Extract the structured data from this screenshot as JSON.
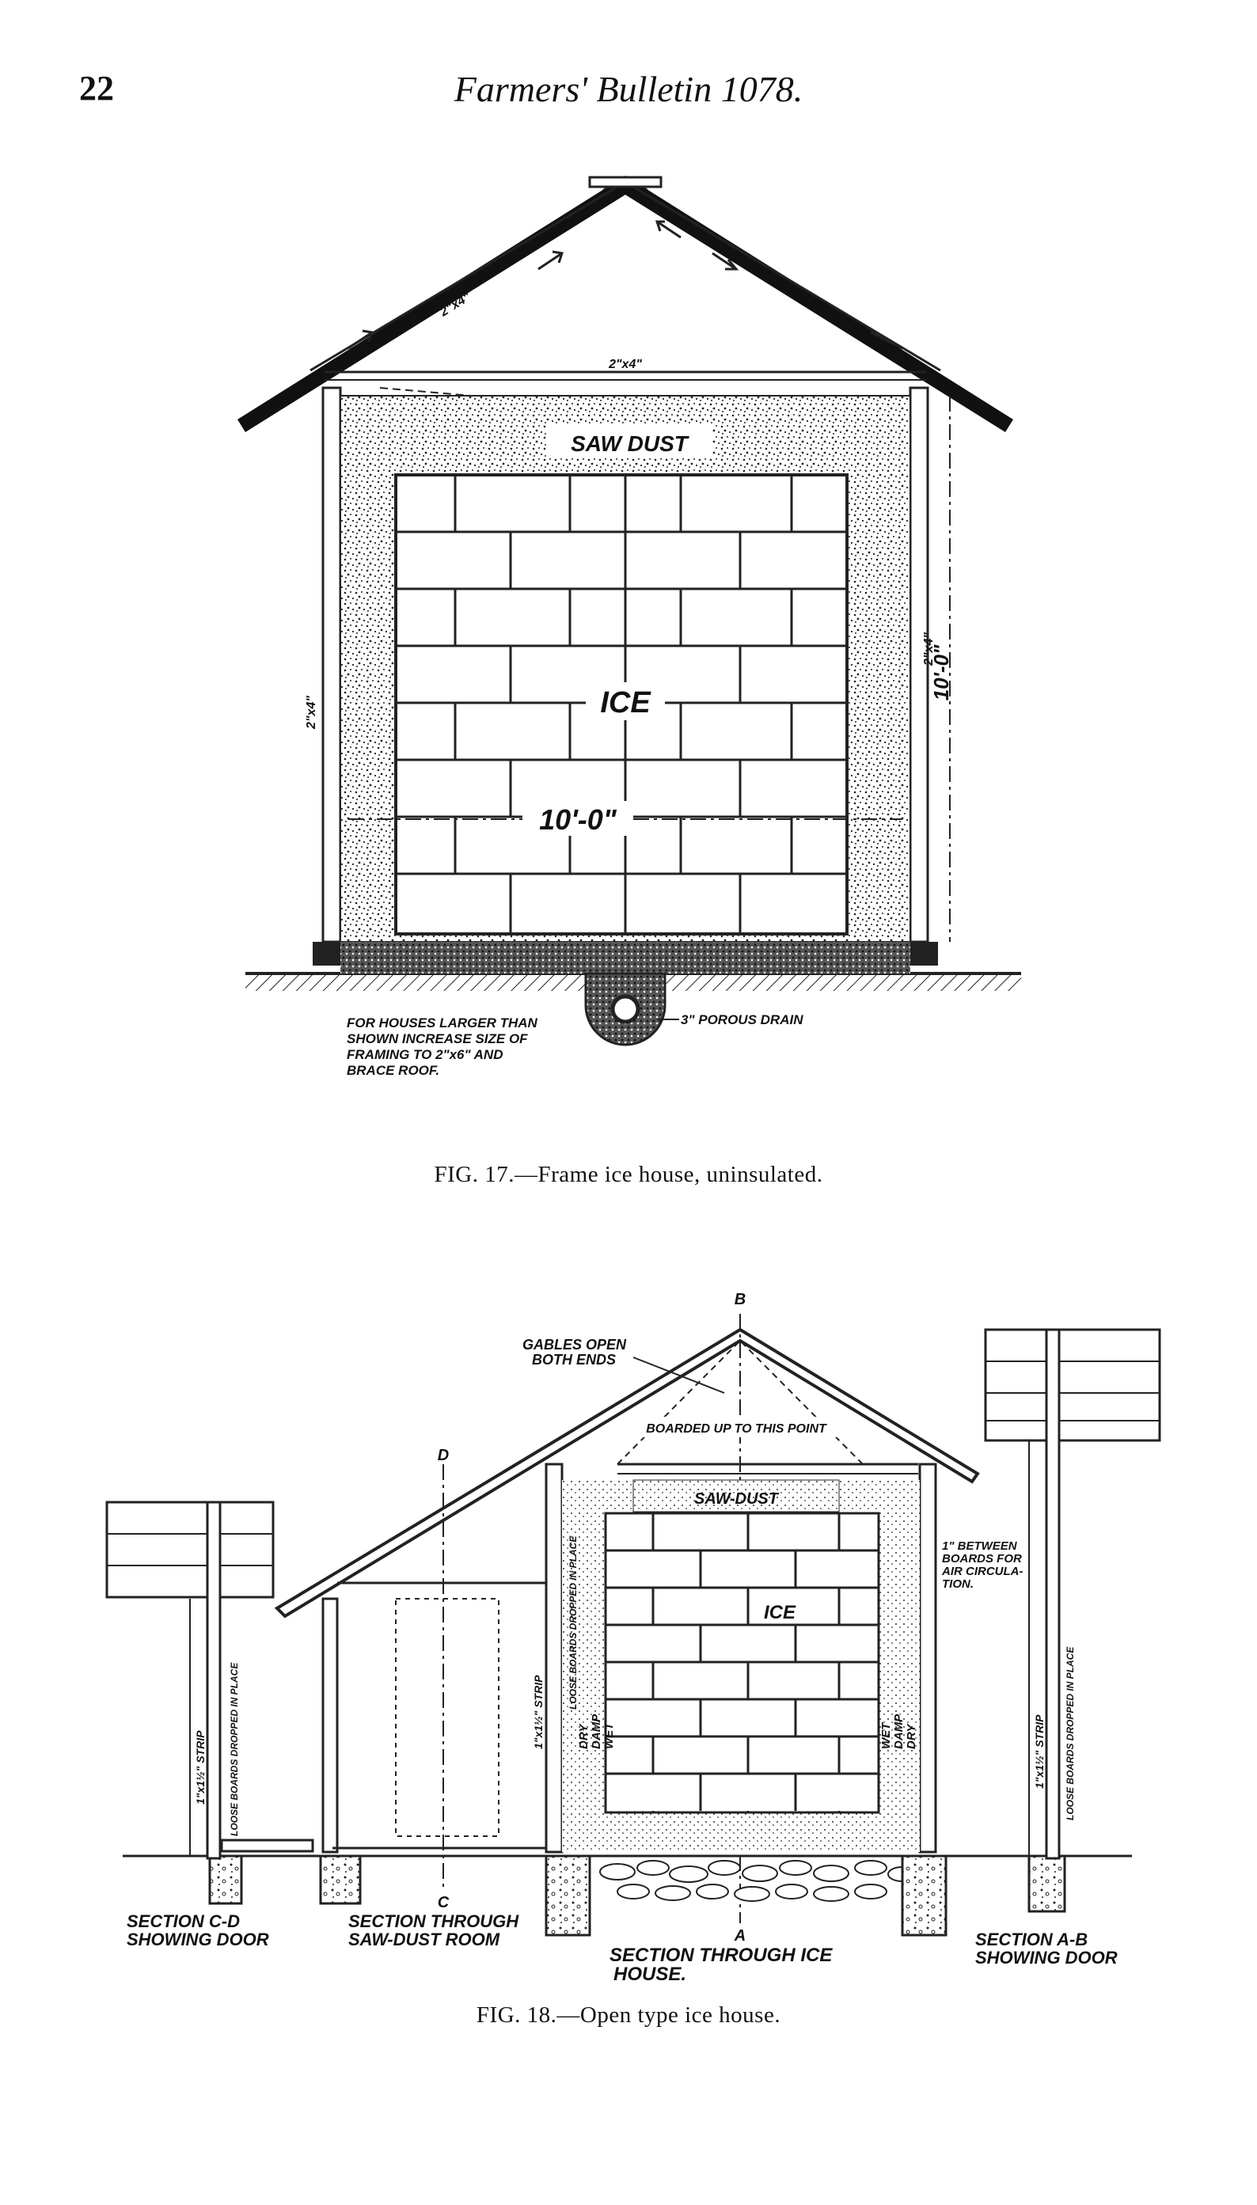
{
  "header": {
    "page_number": "22",
    "running_title": "Farmers' Bulletin 1078."
  },
  "fig17": {
    "caption": "FIG. 17.—Frame ice house, uninsulated.",
    "labels": {
      "sawdust": "SAW DUST",
      "ice": "ICE",
      "width_dim": "10'-0\"",
      "height_dim": "10'-0\"",
      "rafter_left": "2\"x4\"",
      "rafter_right": "2\"x4\"",
      "tie": "2\"x4\"",
      "stud_left": "2\"x4\"",
      "stud_right": "2\"x4\"",
      "note_line1": "FOR HOUSES LARGER THAN",
      "note_line2": "SHOWN INCREASE SIZE OF",
      "note_line3": "FRAMING TO 2\"x6\" AND",
      "note_line4": "BRACE ROOF.",
      "drain": "3\" POROUS DRAIN"
    }
  },
  "fig18": {
    "caption": "FIG. 18.—Open type ice house.",
    "labels": {
      "gables_1": "GABLES OPEN",
      "gables_2": "BOTH ENDS",
      "boarded": "BOARDED UP TO THIS POINT",
      "sawdust": "SAW-DUST",
      "ice": "ICE",
      "between_1": "1\" BETWEEN",
      "between_2": "BOARDS FOR",
      "between_3": "AIR CIRCULA-",
      "between_4": "TION.",
      "dry_left": "DRY",
      "damp_left": "DAMP",
      "wet_left": "WET",
      "wet_right": "WET",
      "damp_right": "DAMP",
      "dry_right": "DRY",
      "strip": "1\"x1½\" STRIP",
      "loose_boards": "LOOSE BOARDS DROPPED IN PLACE",
      "section_cd_1": "SECTION C-D",
      "section_cd_2": "SHOWING DOOR",
      "section_sawdust_1": "SECTION THROUGH",
      "section_sawdust_2": "SAW-DUST ROOM",
      "section_ice_1": "SECTION THROUGH ICE",
      "section_ice_2": "HOUSE.",
      "section_ab_1": "SECTION A-B",
      "section_ab_2": "SHOWING DOOR",
      "mark_b": "B",
      "mark_a": "A",
      "mark_d": "D",
      "mark_c": "C"
    }
  }
}
